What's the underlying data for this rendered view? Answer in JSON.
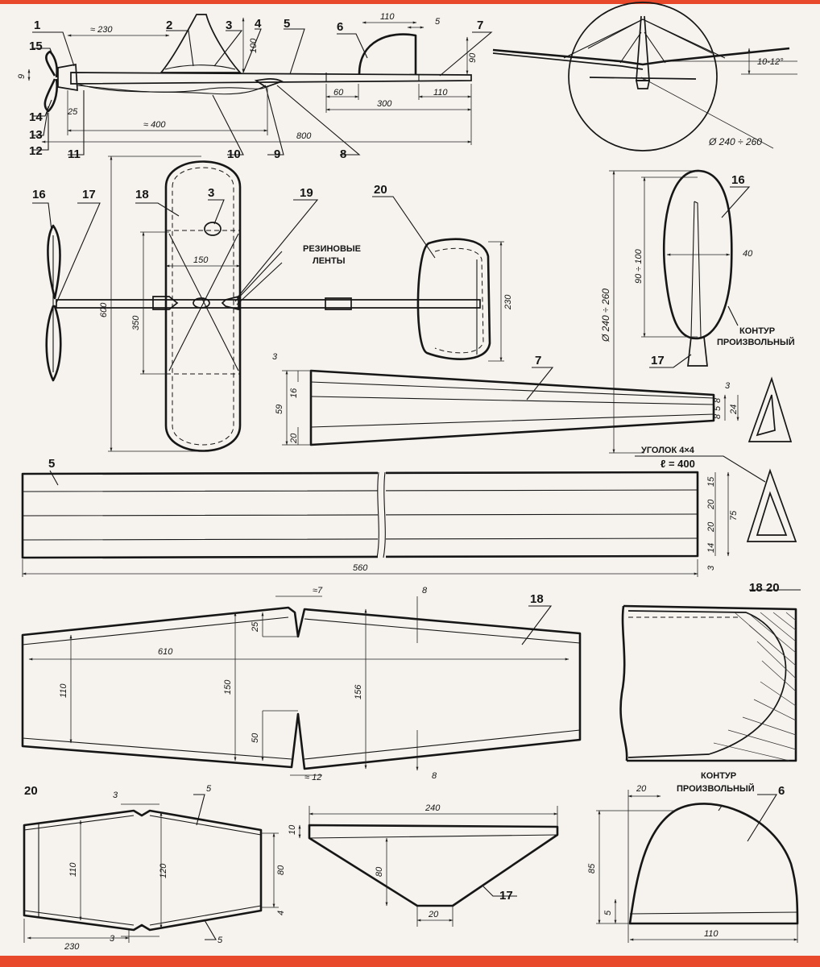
{
  "colors": {
    "band": "#e8492a",
    "paper": "#f6f3ee",
    "ink": "#161616"
  },
  "callouts": {
    "c1": "1",
    "c2": "2",
    "c3": "3",
    "c4": "4",
    "c5": "5",
    "c6": "6",
    "c7": "7",
    "c8": "8",
    "c9": "9",
    "c10": "10",
    "c11": "11",
    "c12": "12",
    "c13": "13",
    "c14": "14",
    "c15": "15",
    "c16": "16",
    "c17": "17",
    "c18": "18",
    "c19": "19",
    "c20": "20"
  },
  "side_view": {
    "d230": "≈ 230",
    "d100": "100",
    "d110": "110",
    "d5": "5",
    "d90": "90",
    "d9": "9",
    "d25": "25",
    "d400": "≈ 400",
    "d800": "800",
    "d60": "60",
    "d300": "300",
    "d110b": "110"
  },
  "front_view": {
    "angle": "10-12°",
    "diameter": "Ø 240 ÷ 260"
  },
  "plan_view": {
    "d150": "150",
    "d350": "350",
    "d600": "600",
    "d230": "230",
    "rubber_note_line1": "РЕЗИНОВЫЕ",
    "rubber_note_line2": "ЛЕНТЫ"
  },
  "propeller": {
    "diameter": "Ø 240 ÷ 260",
    "d90_100": "90 ÷ 100",
    "d40": "40",
    "contour_line1": "КОНТУР",
    "contour_line2": "ПРОИЗВОЛЬНЫЙ"
  },
  "part7": {
    "d3a": "3",
    "d16": "16",
    "d59": "59",
    "d20": "20",
    "d3b": "3",
    "d8a": "8",
    "d5": "5",
    "d8b": "8",
    "d24": "24"
  },
  "part5": {
    "angle_note": "УГОЛОК 4×4",
    "length_note": "ℓ = 400",
    "d15": "15",
    "d20a": "20",
    "d20b": "20",
    "d14": "14",
    "d75": "75",
    "d3": "3",
    "d560": "560"
  },
  "wing": {
    "d7": "≈7",
    "d8a": "8",
    "d25": "25",
    "d610": "610",
    "d110": "110",
    "d150": "150",
    "d156": "156",
    "d50": "50",
    "d12": "≈ 12",
    "d8b": "8"
  },
  "wingtip": {
    "label": "18  20"
  },
  "stabilizer": {
    "d3a": "3",
    "d5a": "5",
    "d110": "110",
    "d120": "120",
    "d80": "80",
    "d4": "4",
    "d230": "230",
    "d3b": "3",
    "d5b": "5"
  },
  "fin17": {
    "d240": "240",
    "d10": "10",
    "d80": "80",
    "d20": "20"
  },
  "fin6": {
    "d20": "20",
    "contour_line1": "КОНТУР",
    "contour_line2": "ПРОИЗВОЛЬНЫЙ",
    "d85": "85",
    "d5": "5",
    "d110": "110"
  }
}
